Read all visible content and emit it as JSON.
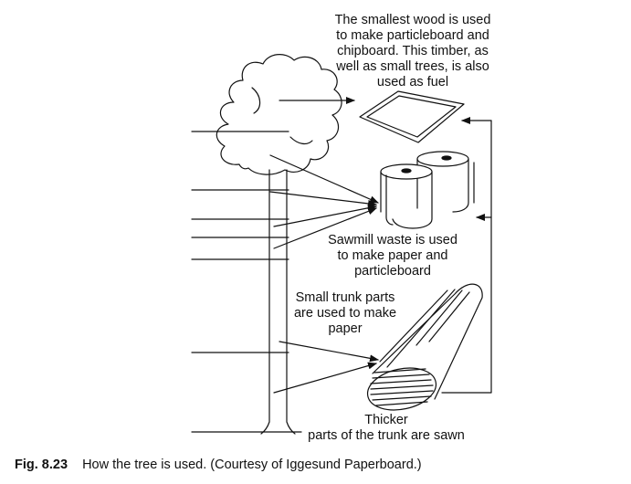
{
  "labels": {
    "smallest_wood": "The smallest wood is used\nto make particleboard and\nchipboard. This timber, as\nwell as small trees, is also\nused as fuel",
    "sawmill_waste": "Sawmill waste is used\nto make paper and\nparticleboard",
    "small_trunk": "Small trunk parts\nare used to make\npaper",
    "thicker": "Thicker\nparts of the trunk are sawn"
  },
  "caption": {
    "figure_number": "Fig. 8.23",
    "text": "How the tree is used. (Courtesy of Iggesund Paperboard.)"
  },
  "colors": {
    "line": "#111111",
    "background": "#ffffff"
  }
}
